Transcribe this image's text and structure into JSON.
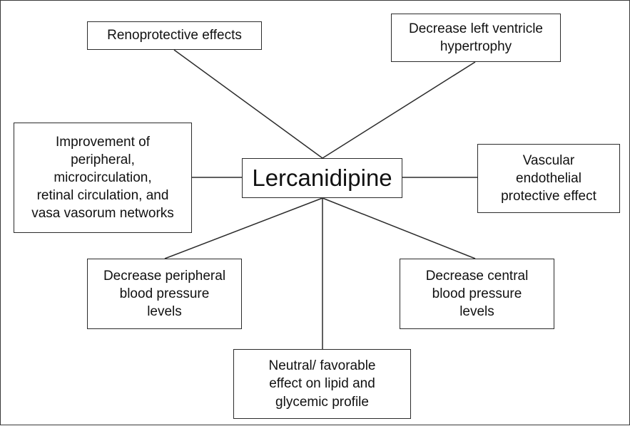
{
  "center": {
    "label": "Lercanidipine"
  },
  "effects": [
    {
      "id": "renoprotective",
      "label": "Renoprotective effects"
    },
    {
      "id": "left-ventricle",
      "label": "Decrease left ventricle\nhypertrophy"
    },
    {
      "id": "microcirculation",
      "label": "Improvement of\nperipheral,\nmicrocirculation,\nretinal circulation, and\nvasa vasorum networks"
    },
    {
      "id": "endothelial",
      "label": "Vascular\nendothelial\nprotective effect"
    },
    {
      "id": "peripheral-bp",
      "label": "Decrease peripheral\nblood pressure\nlevels"
    },
    {
      "id": "central-bp",
      "label": "Decrease central\nblood pressure\nlevels"
    },
    {
      "id": "lipid-glycemic",
      "label": "Neutral/ favorable\neffect on lipid and\nglycemic profile"
    }
  ]
}
